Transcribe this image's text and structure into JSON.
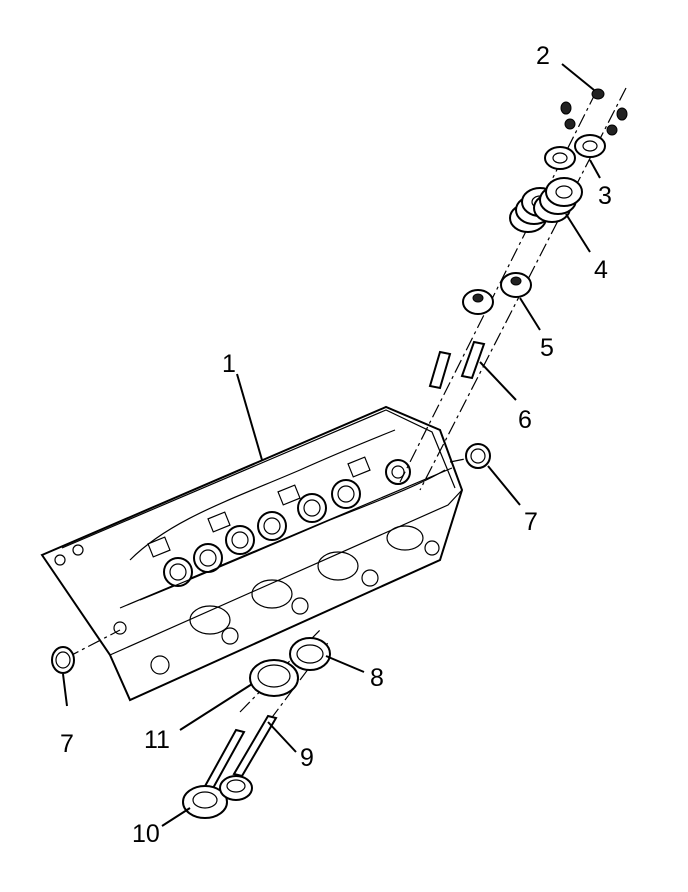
{
  "diagram": {
    "callouts": {
      "c1": "1",
      "c2": "2",
      "c3": "3",
      "c4": "4",
      "c5": "5",
      "c6": "6",
      "c7a": "7",
      "c7b": "7",
      "c8": "8",
      "c9": "9",
      "c10": "10",
      "c11": "11"
    }
  }
}
